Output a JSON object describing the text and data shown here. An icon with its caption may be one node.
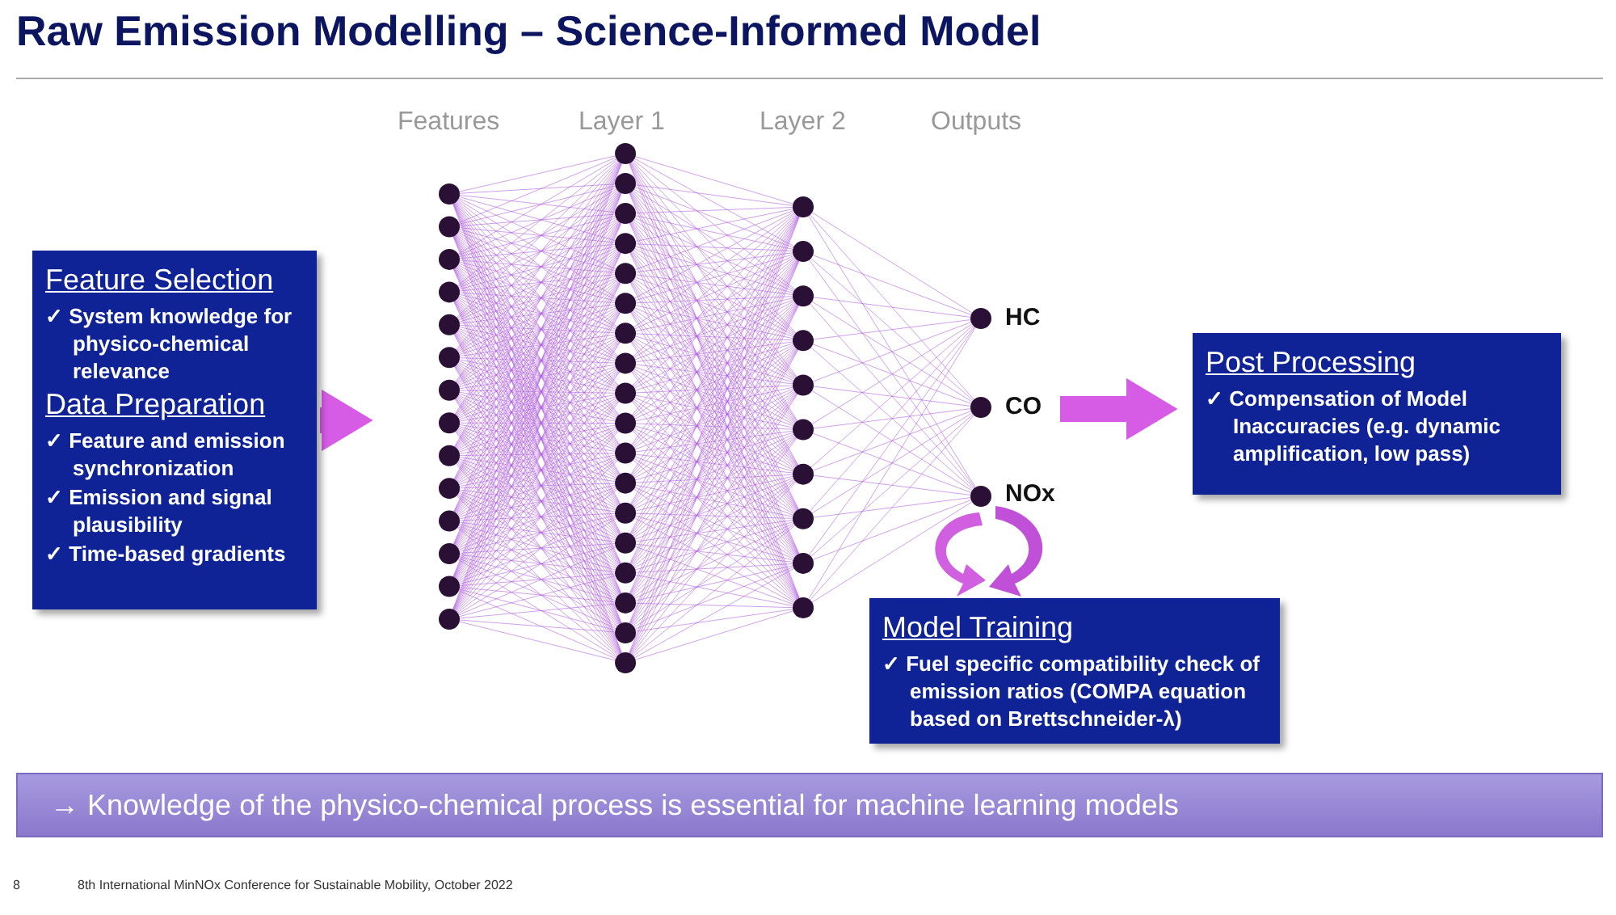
{
  "diagram": {
    "title": "Raw Emission Modelling – Science-Informed Model",
    "nodes": [
      {
        "text": [
          "Feature Selection",
          "✓ System knowledge for physico-chemical relevance",
          "Data Preparation",
          "✓ Feature and emission synchronization",
          "✓ Emission and signal plausibility",
          "✓ Time-based gradients"
        ]
      },
      {
        "text": [],
        "shape": "picture",
        "beside": [
          "Features",
          "Layer 1",
          "Layer 2",
          "Outputs",
          "HC",
          "CO",
          "NOx"
        ]
      },
      {
        "text": [
          "Post Processing",
          "✓ Compensation of Model Inaccuracies (e.g. dynamic amplification, low pass)"
        ]
      },
      {
        "text": [
          "Model Training",
          "✓ Fuel specific compatibility check of emission ratios (COMPA equation based on Brettschneider-λ)"
        ]
      },
      {
        "text": [
          "→ Knowledge of the physico-chemical process is essential for machine learning models"
        ]
      }
    ],
    "edges": [
      {
        "from": 0,
        "to": 1,
        "arrow": "to"
      },
      {
        "from": 1,
        "to": 2,
        "arrow": "to"
      }
    ],
    "labels": [
      "8",
      "8th International MinNOx Conference for Sustainable Mobility, October 2022"
    ]
  }
}
